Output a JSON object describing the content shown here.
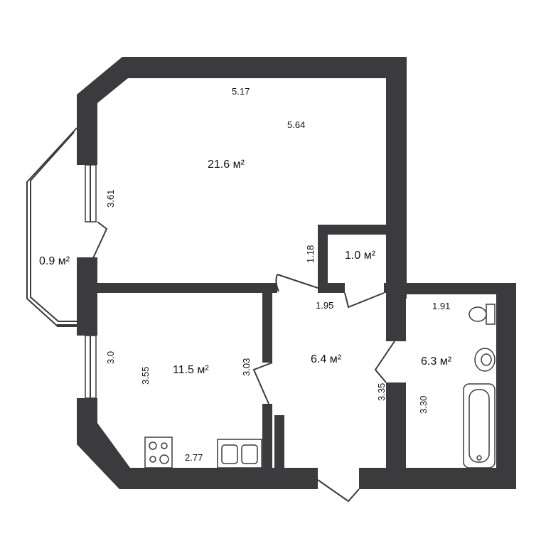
{
  "rooms": {
    "main_room": {
      "area": "21.6 м²",
      "dim_top": "5.17",
      "dim_inner": "5.64",
      "dim_side": "3.61"
    },
    "balcony": {
      "area": "0.9 м²"
    },
    "closet": {
      "area": "1.0 м²",
      "dim_height": "1.18",
      "dim_width": "1.95"
    },
    "kitchen": {
      "area": "11.5 м²",
      "dim_left": "3.0",
      "dim_inner": "3.55",
      "dim_right": "3.03",
      "dim_bottom": "2.77"
    },
    "hallway": {
      "area": "6.4 м²",
      "dim_right": "3.35"
    },
    "bathroom": {
      "area": "6.3 м²",
      "dim_top": "1.91",
      "dim_left": "3.30"
    }
  },
  "colors": {
    "wall": "#3b3b3d",
    "background": "#ffffff",
    "text": "#111111"
  }
}
